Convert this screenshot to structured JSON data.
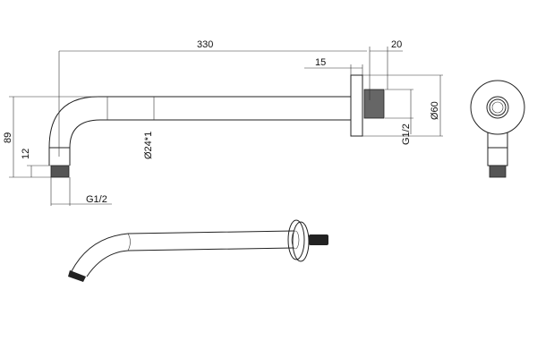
{
  "drawing": {
    "title": "Shower arm technical drawing",
    "dimensions": {
      "length": "330",
      "thread_length": "20",
      "flange_depth": "15",
      "flange_diameter": "Ø60",
      "wall_thread": "G1/2",
      "pipe_diameter": "Ø24*1",
      "drop_height": "89",
      "outlet_thread_length": "12",
      "outlet_thread": "G1/2"
    }
  }
}
